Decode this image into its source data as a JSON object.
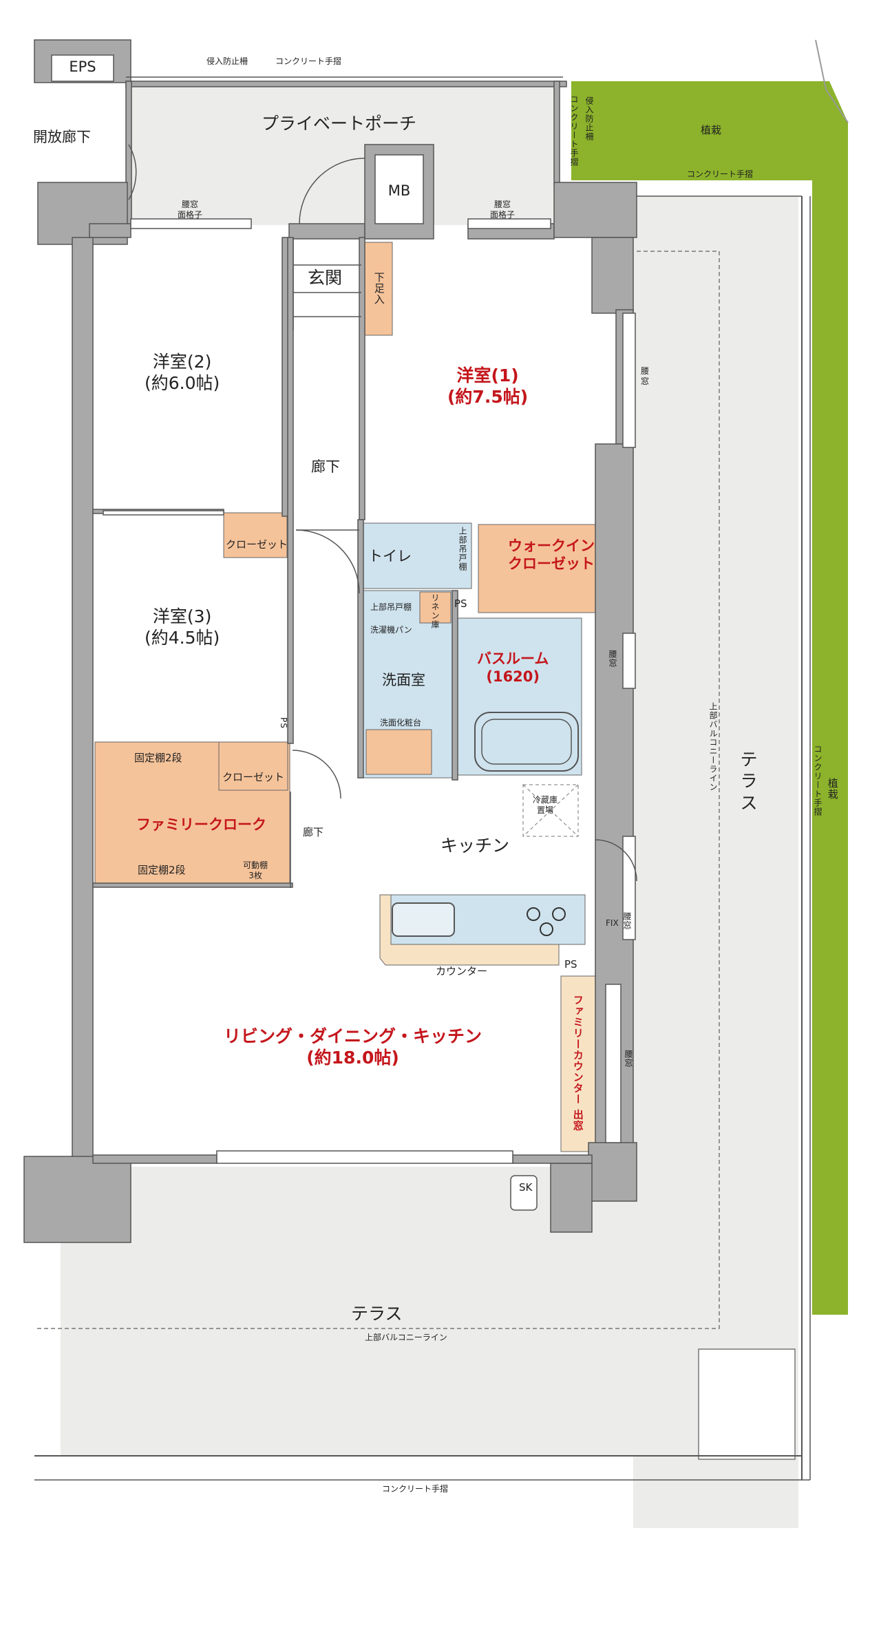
{
  "colors": {
    "wall": "#a9a9a9",
    "floor": "#ffffff",
    "exterior": "#ecedea",
    "storage": "#f5c39a",
    "wet": "#cfe3ee",
    "planting": "#8cb32b",
    "accent": "#c4161c",
    "counter": "#f7e3c4"
  },
  "labels": {
    "eps": "EPS",
    "open_corridor": "開放廊下",
    "private_porch": "プライベートポーチ",
    "intrusion_fence_top": "侵入防止柵",
    "concrete_rail_top": "コンクリート手摺",
    "intrusion_fence_side": "侵入防止柵",
    "concrete_rail_side": "コンクリート手摺",
    "planting_top": "植栽",
    "concrete_rail_green_top": "コンクリート手摺",
    "mb": "MB",
    "window_grille_left": "腰窓\n面格子",
    "window_grille_right": "腰窓\n面格子",
    "entrance": "玄関",
    "shoe_box": "下足入",
    "hallway_upper": "廊下",
    "hallway_lower": "廊下",
    "room2": "洋室(2)\n(約6.0帖)",
    "room1": "洋室(1)\n(約7.5帖)",
    "room3": "洋室(3)\n(約4.5帖)",
    "waist_window_r1": "腰窓",
    "closet_room2": "クローゼット",
    "closet_room3": "クローゼット",
    "toilet": "トイレ",
    "upper_cabinet_toilet": "上部吊戸棚",
    "walk_in_closet": "ウォークイン\nクローゼット",
    "upper_cabinet_wash": "上部吊戸棚",
    "linen": "リネン庫",
    "ps_1": "PS",
    "ps_2": "PS",
    "ps_3": "PS",
    "laundry_pan": "洗濯機パン",
    "washroom": "洗面室",
    "vanity": "洗面化粧台",
    "bathroom": "バスルーム\n(1620)",
    "waist_window_bath": "腰窓",
    "fixed_shelf_top": "固定棚2段",
    "fixed_shelf_bottom": "固定棚2段",
    "family_cloak": "ファミリークローク",
    "movable_shelf": "可動棚\n3枚",
    "fridge_space": "冷蔵庫\n置場",
    "kitchen": "キッチン",
    "fix_window": "FIX",
    "waist_window_kitchen": "腰窓",
    "counter": "カウンター",
    "family_counter": "ファミリーカウンター 出窓",
    "waist_window_ldk": "腰窓",
    "ldk": "リビング・ダイニング・キッチン\n(約18.0帖)",
    "terrace_right": "テラス",
    "upper_balcony_line_right": "上部バルコニーライン",
    "planting_right": "植栽",
    "concrete_rail_right": "コンクリート手摺",
    "sk": "SK",
    "terrace_bottom": "テラス",
    "upper_balcony_line_bottom": "上部バルコニーライン",
    "concrete_rail_bottom": "コンクリート手摺"
  }
}
